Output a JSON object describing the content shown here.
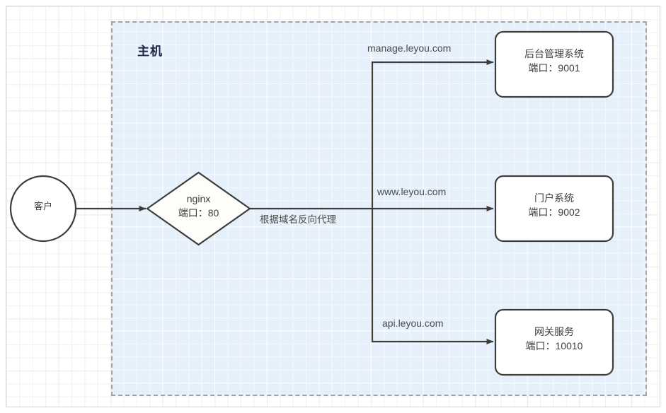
{
  "diagram": {
    "title": "nginx reverse proxy by domain name",
    "container": {
      "label": "主机",
      "fill_color": "#e5f0fa",
      "border_color": "#9aa4ad",
      "border_style": "dash-dot"
    },
    "colors": {
      "node_stroke": "#3d3d3d",
      "node_fill": "#ffffff",
      "connector": "#3d3d3d",
      "text": "#3d3d3d",
      "canvas_grid": "#dcdcdc"
    },
    "nodes": [
      {
        "id": "client",
        "shape": "circle",
        "line1": "客户",
        "line2": ""
      },
      {
        "id": "nginx",
        "shape": "diamond",
        "line1": "nginx",
        "line2": "端口：80"
      },
      {
        "id": "admin",
        "shape": "rounded-rect",
        "line1": "后台管理系统",
        "line2": "端口：9001"
      },
      {
        "id": "portal",
        "shape": "rounded-rect",
        "line1": "门户系统",
        "line2": "端口：9002"
      },
      {
        "id": "gateway",
        "shape": "rounded-rect",
        "line1": "网关服务",
        "line2": "端口：10010"
      }
    ],
    "edges": [
      {
        "id": "client-to-nginx",
        "label": "",
        "from": "client",
        "to": "nginx"
      },
      {
        "id": "nginx-out",
        "label": "根据域名反向代理",
        "from": "nginx",
        "to": "branch"
      },
      {
        "id": "branch-to-admin",
        "label": "manage.leyou.com",
        "from": "branch",
        "to": "admin"
      },
      {
        "id": "branch-to-portal",
        "label": "www.leyou.com",
        "from": "branch",
        "to": "portal"
      },
      {
        "id": "branch-to-gateway",
        "label": "api.leyou.com",
        "from": "branch",
        "to": "gateway"
      }
    ]
  }
}
